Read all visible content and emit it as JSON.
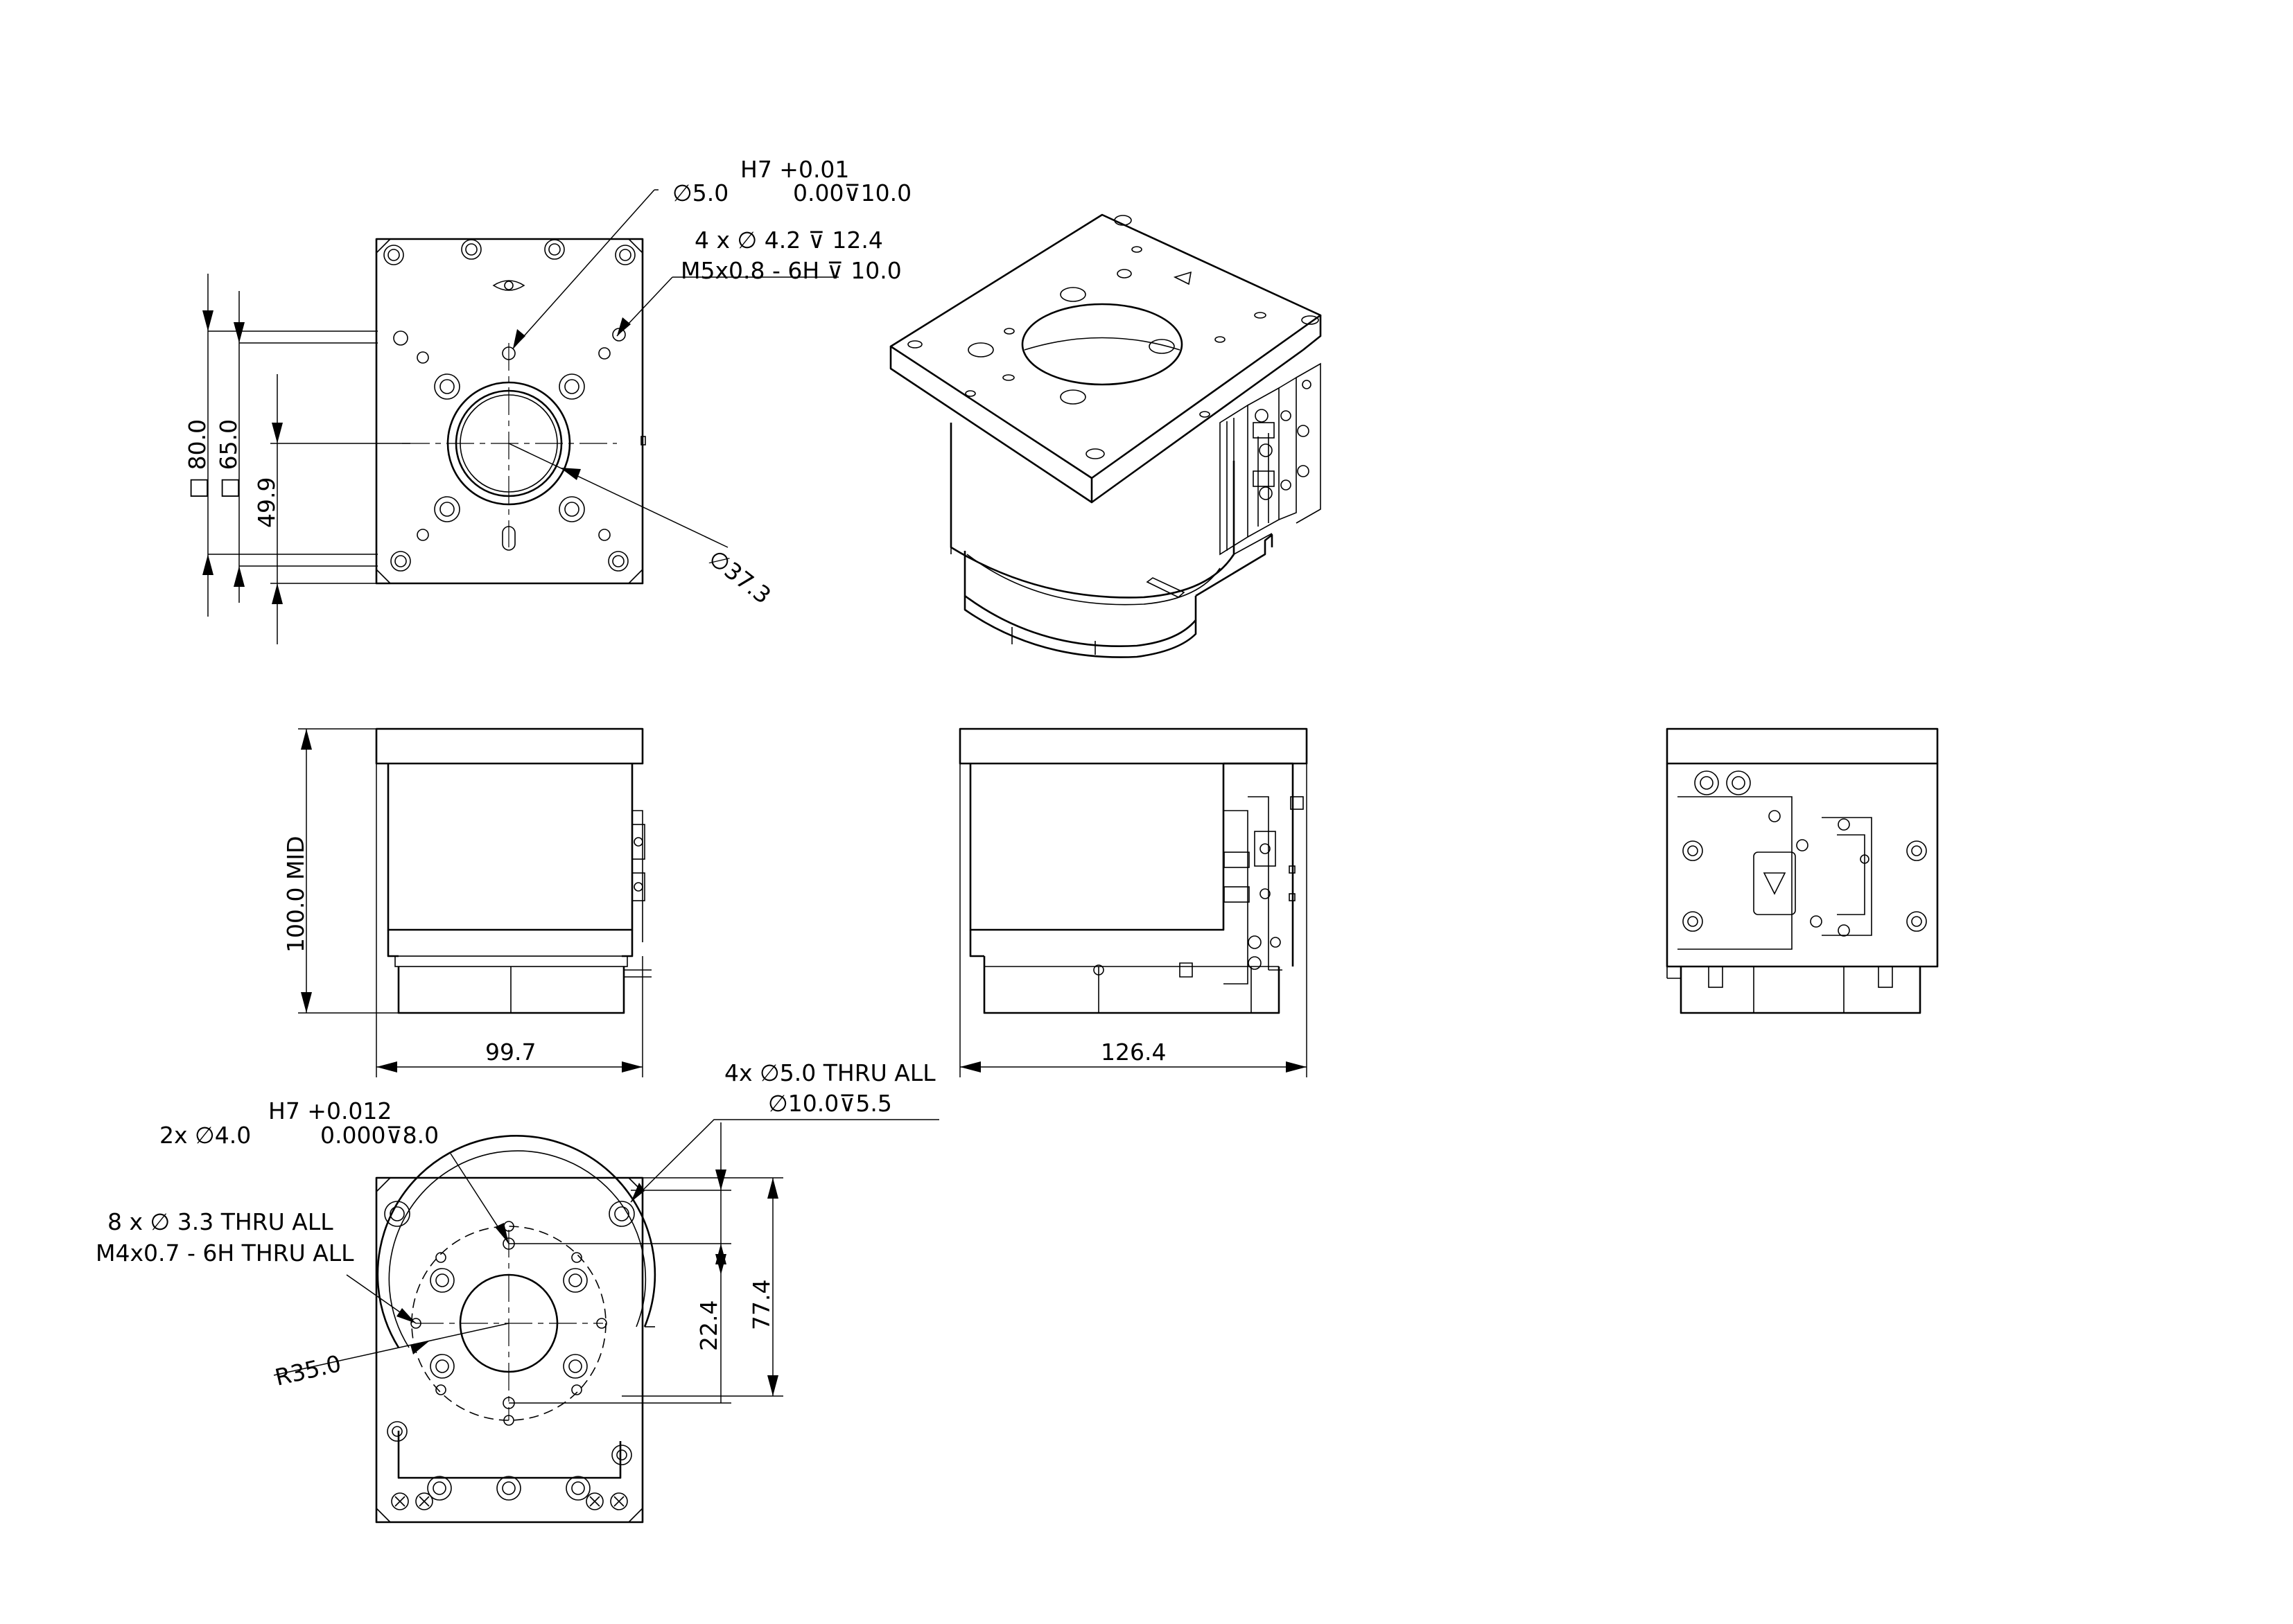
{
  "top_view": {
    "bore_fit": "H7 +0.01",
    "bore_dia": "∅5.0",
    "bore_tol_depth": "0.00⊽10.0",
    "hole_spec": "4 x ∅ 4.2 ⊽ 12.4",
    "thread_spec": "M5x0.8 - 6H ⊽ 10.0",
    "square_80": "□ 80.0",
    "square_65": "□ 65.0",
    "dim_49_9": "49.9",
    "aperture_dia": "∅37.3"
  },
  "front_view": {
    "height": "100.0 MID",
    "width": "99.7"
  },
  "side_view": {
    "width": "126.4"
  },
  "bottom_view": {
    "thru_holes": "4x ∅5.0 THRU ALL",
    "cbore": "∅10.0⊽5.5",
    "pin_fit": "H7 +0.012",
    "pin_holes": "2x ∅4.0",
    "pin_tol_depth": "0.000⊽8.0",
    "clearance_holes": "8 x ∅ 3.3 THRU ALL",
    "tapped_holes": "M4x0.7 - 6H THRU ALL",
    "bolt_radius": "R35.0",
    "dim_22_4": "22.4",
    "dim_77_4": "77.4"
  }
}
